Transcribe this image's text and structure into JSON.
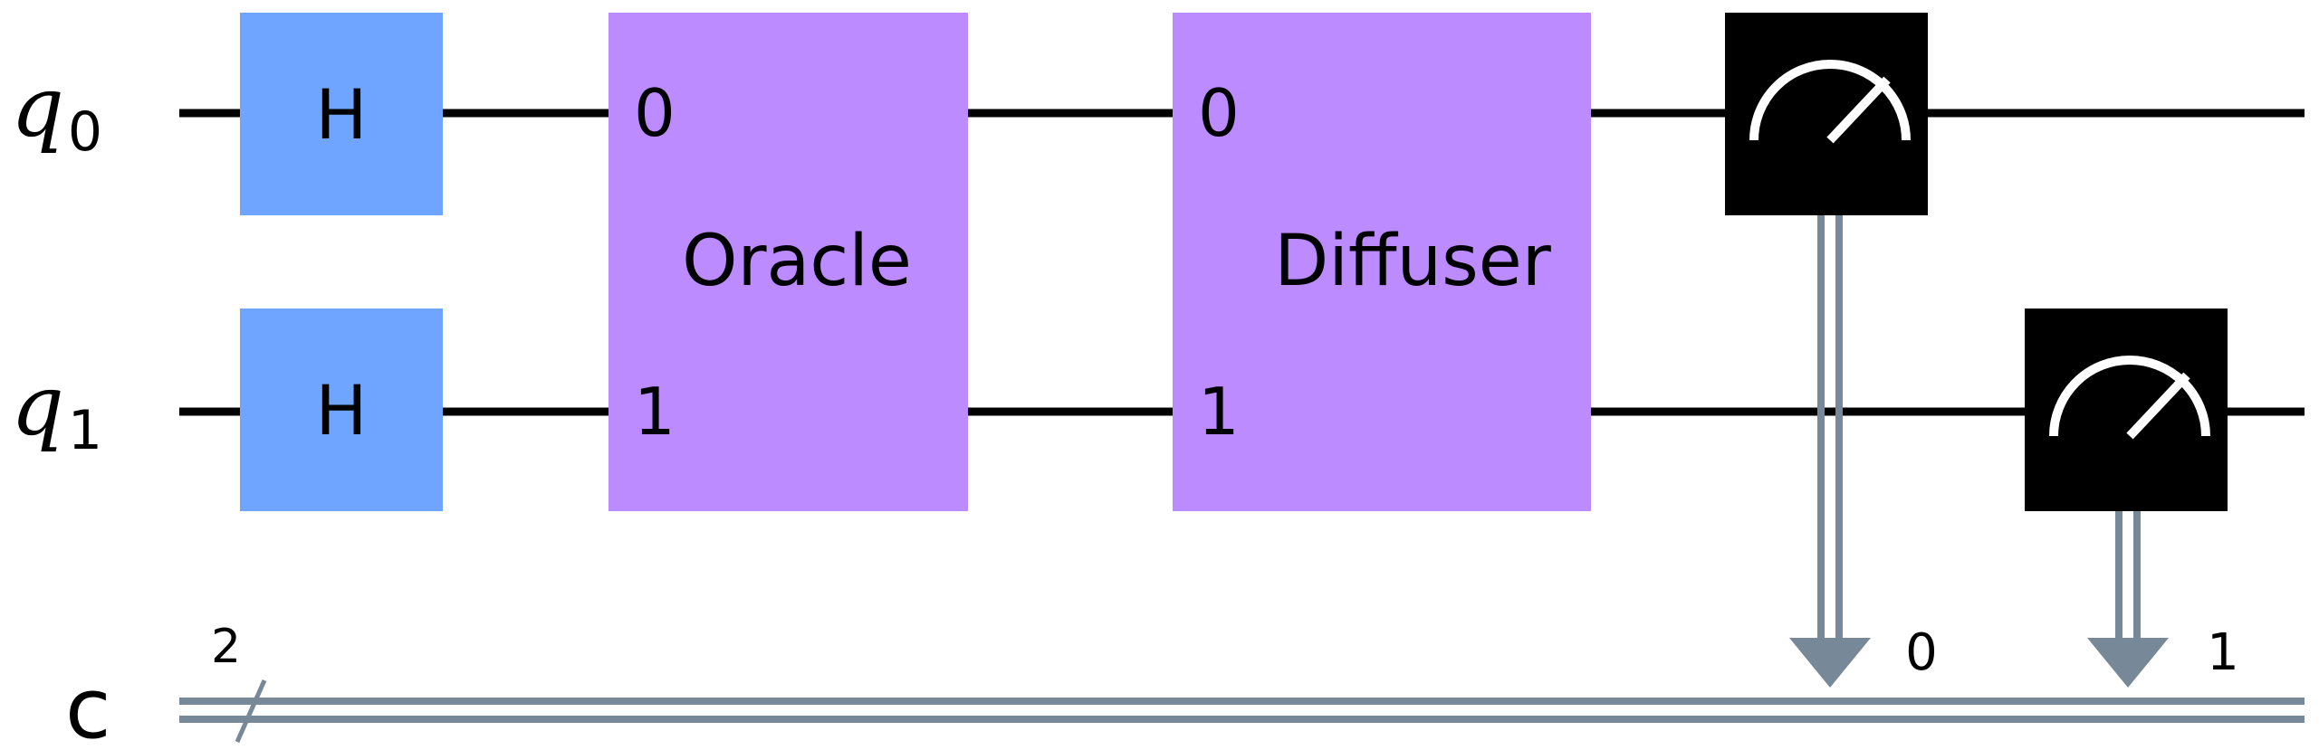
{
  "registers": {
    "q0": {
      "name": "q",
      "sub": "0"
    },
    "q1": {
      "name": "q",
      "sub": "1"
    },
    "classical": {
      "name": "c",
      "width": "2"
    }
  },
  "gates": {
    "h_q0": "H",
    "h_q1": "H",
    "oracle": {
      "label": "Oracle",
      "pin0": "0",
      "pin1": "1"
    },
    "diffuser": {
      "label": "Diffuser",
      "pin0": "0",
      "pin1": "1"
    }
  },
  "measurements": {
    "m0": {
      "bit": "0"
    },
    "m1": {
      "bit": "1"
    }
  },
  "colors": {
    "wire": "#000000",
    "hadamard": "#6fa4ff",
    "custom_gate": "#bb8bff",
    "measure_box": "#000000",
    "measure_symbol": "#ffffff",
    "classical_wire": "#778899"
  },
  "icons": {
    "measure": "meter-icon"
  }
}
